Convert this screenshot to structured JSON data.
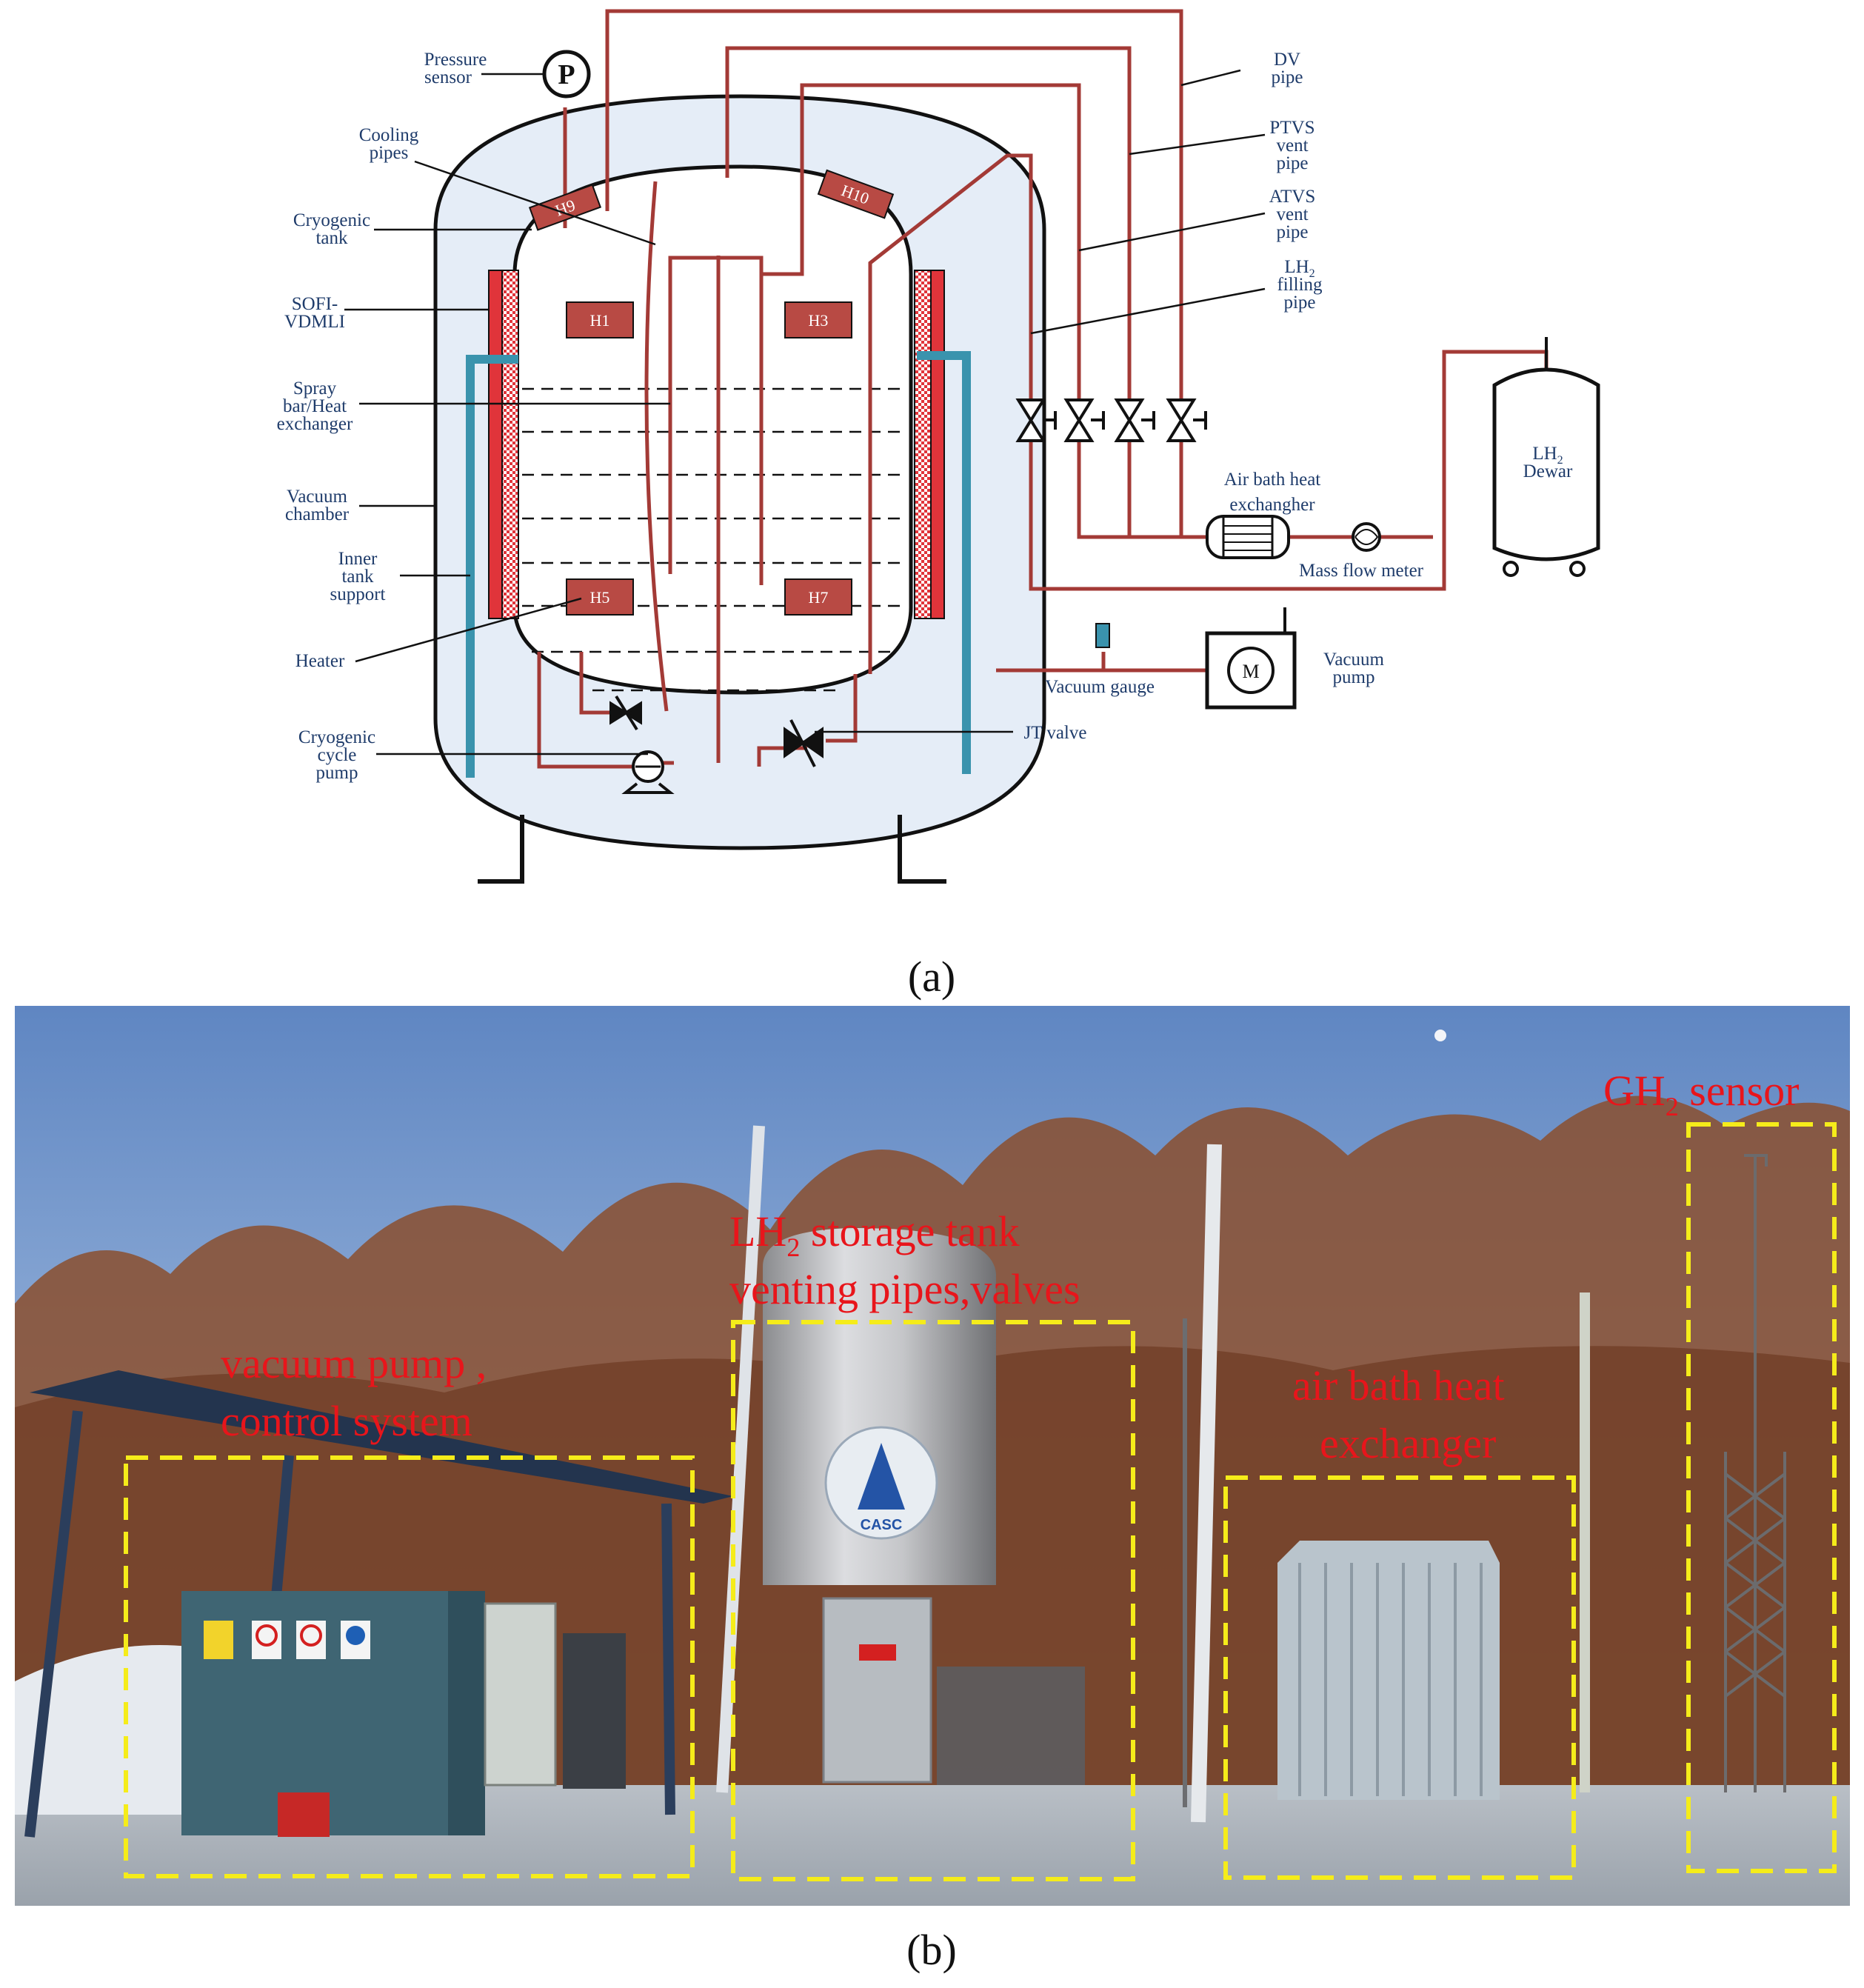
{
  "panel_a": {
    "caption": "(a)",
    "labels": {
      "pressure_sensor": [
        "Pressure",
        "sensor"
      ],
      "p_symbol": "P",
      "cooling_pipes": [
        "Cooling",
        "pipes"
      ],
      "cryogenic_tank": [
        "Cryogenic",
        "tank"
      ],
      "sofi_vdmli": [
        "SOFI-",
        "VDMLI"
      ],
      "spray_bar": [
        "Spray",
        "bar/Heat",
        "exchanger"
      ],
      "vacuum_chamber": [
        "Vacuum",
        "chamber"
      ],
      "inner_tank_support": [
        "Inner",
        "tank",
        "support"
      ],
      "heater": "Heater",
      "cryogenic_cycle_pump": [
        "Cryogenic",
        "cycle",
        "pump"
      ],
      "dv_pipe": [
        "DV",
        "pipe"
      ],
      "ptvs_vent_pipe": [
        "PTVS",
        "vent",
        "pipe"
      ],
      "atvs_vent_pipe": [
        "ATVS",
        "vent",
        "pipe"
      ],
      "lh2_filling_pipe": {
        "lh": "LH",
        "sub": "2",
        "rest": [
          "filling",
          "pipe"
        ]
      },
      "air_bath_heat_exchanger": [
        "Air bath heat",
        "exchangher"
      ],
      "mass_flow_meter": "Mass flow meter",
      "lh2_dewar": {
        "lh": "LH",
        "sub": "2",
        "rest": "Dewar"
      },
      "vacuum_gauge": "Vacuum gauge",
      "vacuum_pump": [
        "Vacuum",
        "pump"
      ],
      "motor_symbol": "M",
      "jt_valve": "JT valve"
    },
    "heaters": [
      "H9",
      "H10",
      "H1",
      "H3",
      "H5",
      "H7"
    ],
    "colors": {
      "pipe": "#a33a36",
      "tank_fill": "#e5edf7",
      "support": "#3a93ad",
      "heater_box": "#b84a44",
      "label_text": "#1f3c6b"
    }
  },
  "panel_b": {
    "caption": "(b)",
    "regions": {
      "vacuum_pump_control": [
        "vacuum pump ,",
        "control system"
      ],
      "storage_tank": {
        "line1_lh": "LH",
        "line1_sub": "2",
        "line1_rest": " storage tank",
        "line2": "venting pipes,valves"
      },
      "air_bath": [
        "air bath heat",
        "exchanger"
      ],
      "gh2_sensor": {
        "gh": "GH",
        "sub": "2",
        "rest": " sensor"
      }
    },
    "photo_text": {
      "casc_logo": "CASC"
    },
    "colors": {
      "annotation_text": "#e8151b",
      "dashed_box": "#f5ec1a"
    }
  }
}
